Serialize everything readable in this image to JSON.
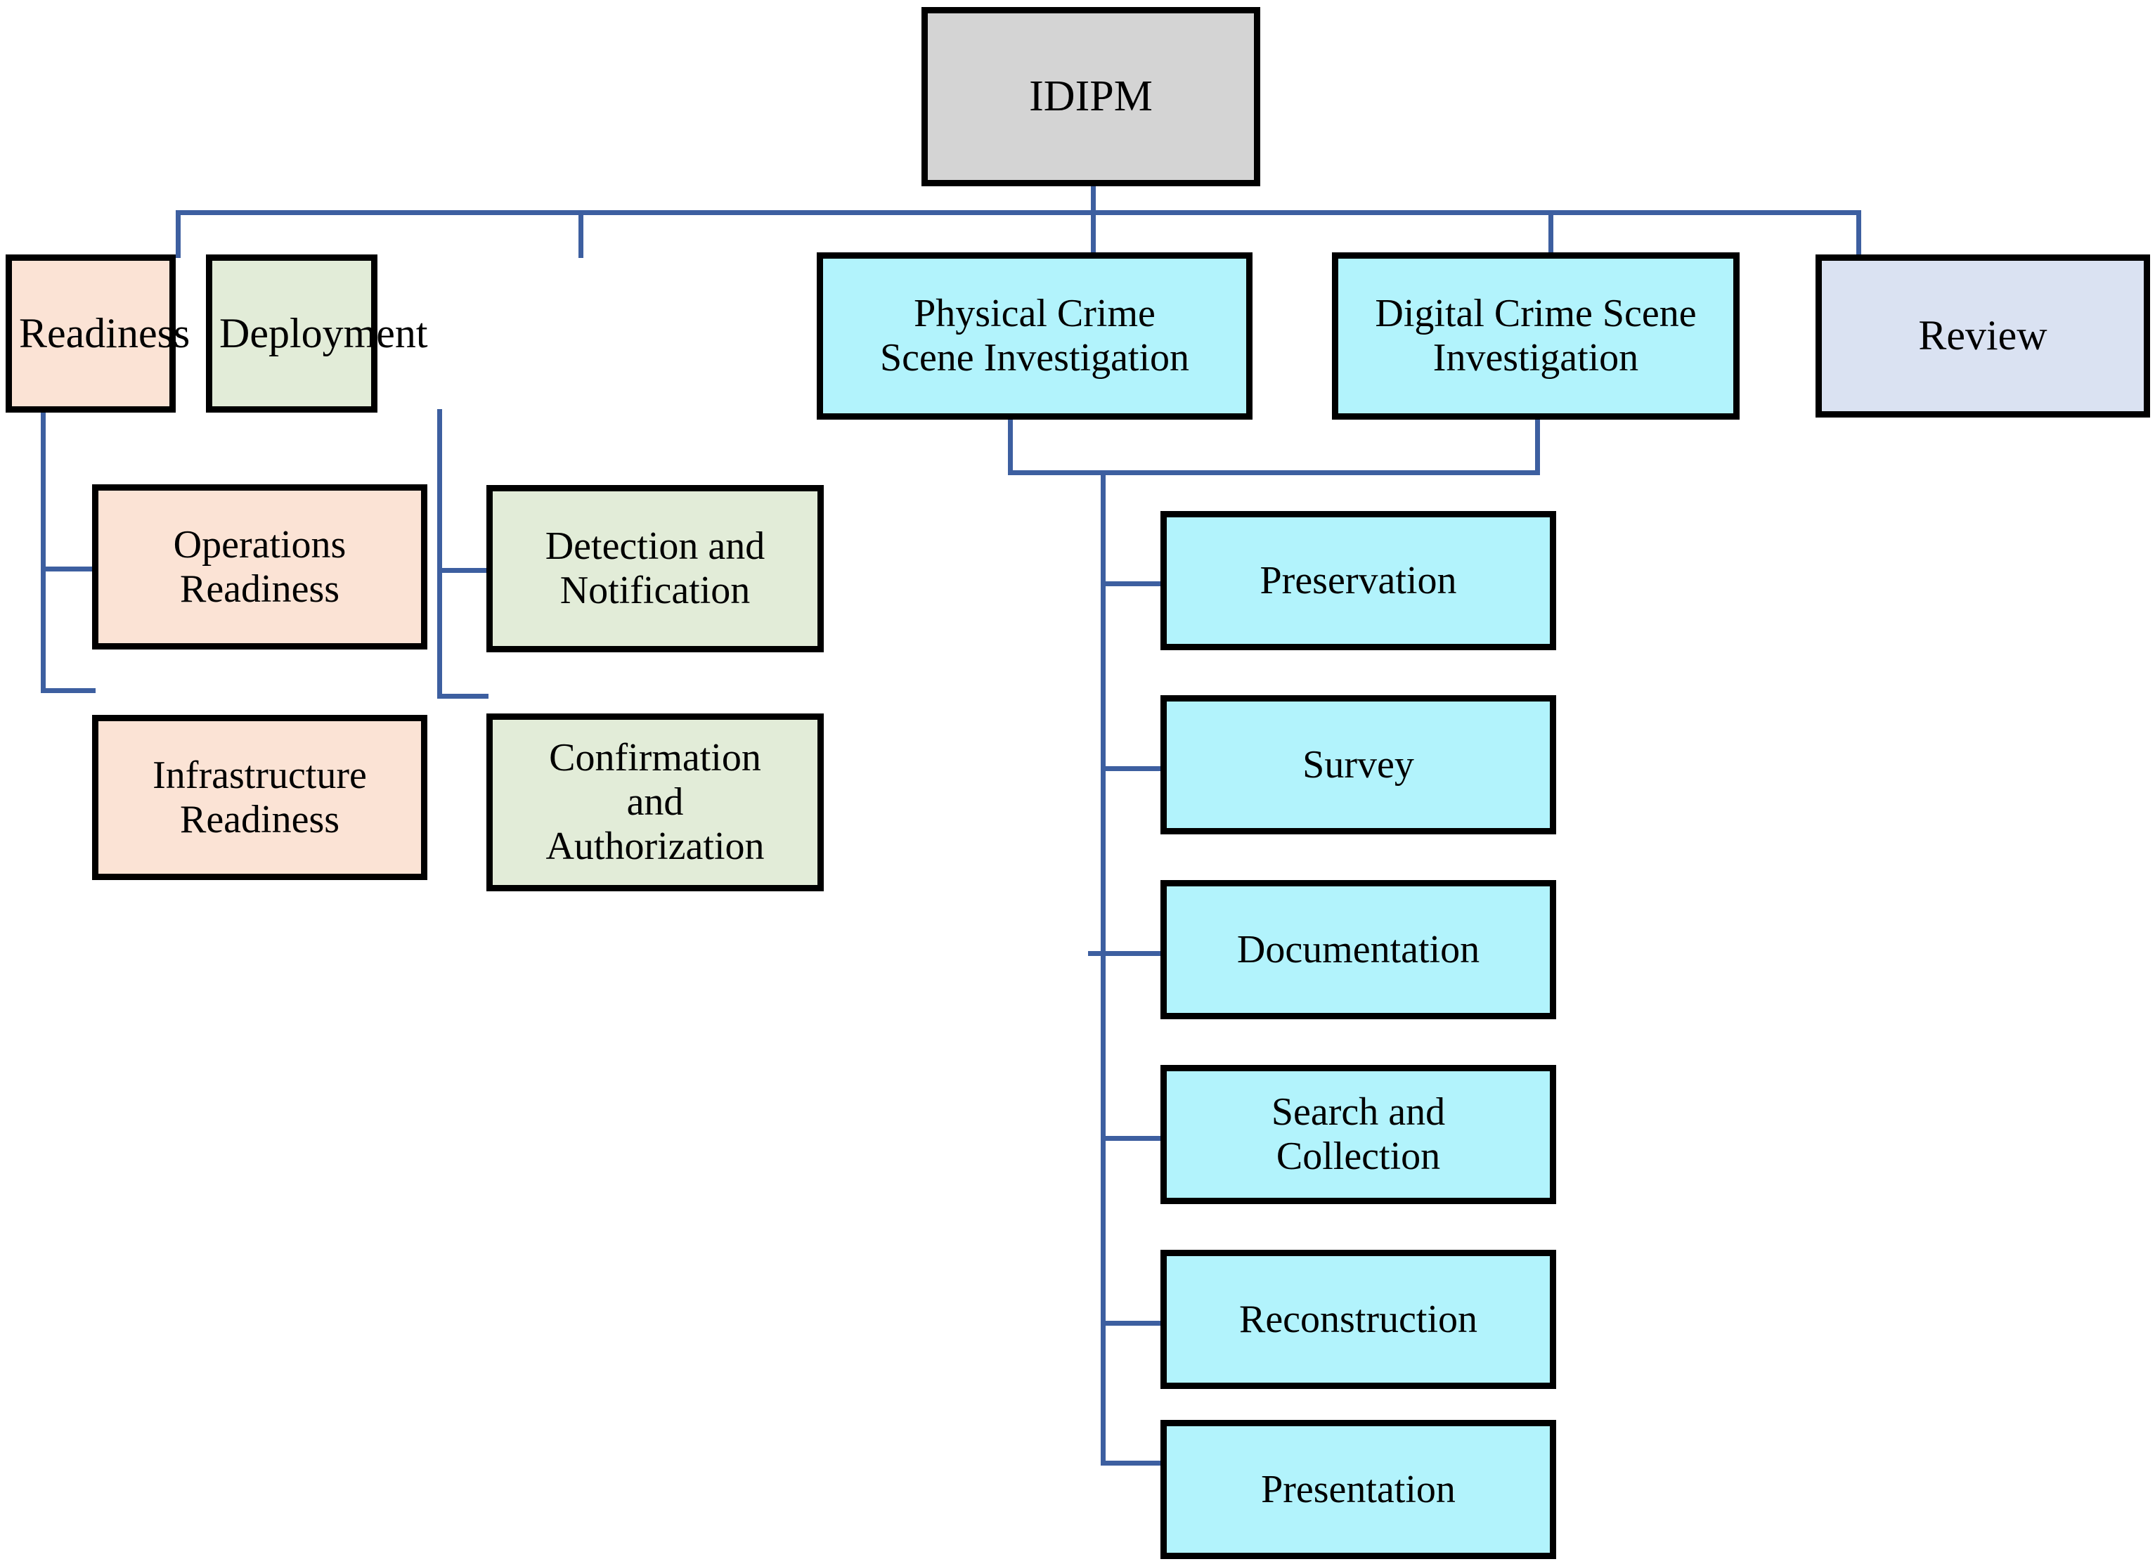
{
  "diagram": {
    "title": "IDIPM",
    "root": {
      "label": "IDIPM",
      "color": "#d4d4d4"
    },
    "phases": [
      {
        "label": "Readiness",
        "color": "#fbe3d5"
      },
      {
        "label": "Deployment",
        "color": "#e2ecd8"
      },
      {
        "label": "Physical Crime\nScene Investigation",
        "color": "#b2f3fc"
      },
      {
        "label": "Digital Crime Scene\nInvestigation",
        "color": "#b2f3fc"
      },
      {
        "label": "Review",
        "color": "#dae2f2"
      }
    ],
    "readiness_children": [
      {
        "label": "Operations\nReadiness",
        "color": "#fbe3d5"
      },
      {
        "label": "Infrastructure\nReadiness",
        "color": "#fbe3d5"
      }
    ],
    "deployment_children": [
      {
        "label": "Detection and\nNotification",
        "color": "#e2ecd8"
      },
      {
        "label": "Confirmation\nand\nAuthorization",
        "color": "#e2ecd8"
      }
    ],
    "investigation_children": [
      {
        "label": "Preservation",
        "color": "#b2f3fc"
      },
      {
        "label": "Survey",
        "color": "#b2f3fc"
      },
      {
        "label": "Documentation",
        "color": "#b2f3fc"
      },
      {
        "label": "Search and\nCollection",
        "color": "#b2f3fc"
      },
      {
        "label": "Reconstruction",
        "color": "#b2f3fc"
      },
      {
        "label": "Presentation",
        "color": "#b2f3fc"
      }
    ],
    "colors": {
      "connector": "#3d5fa0",
      "border": "#000000",
      "background": "#ffffff"
    }
  }
}
